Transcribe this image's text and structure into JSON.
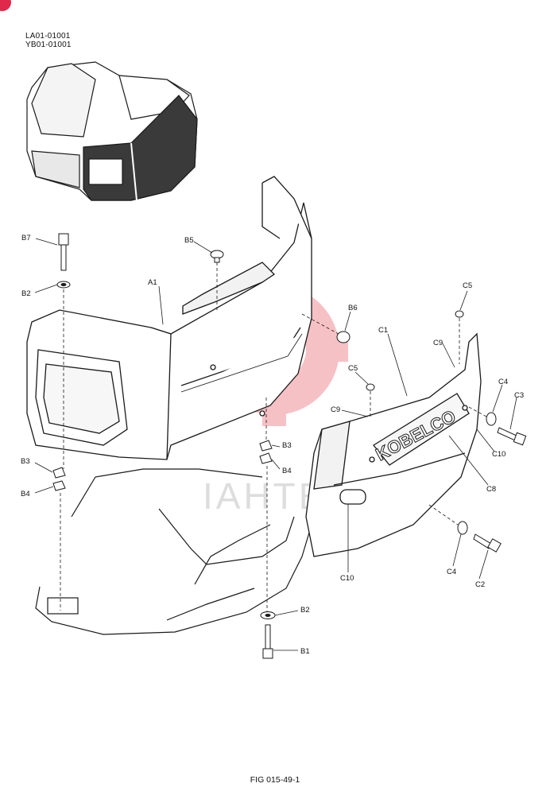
{
  "header": {
    "serial_1": "LA01-01001",
    "serial_2": "YB01-01001"
  },
  "brand_text": "KOBELCO",
  "watermark_text": "IAHTEX",
  "figure_caption": "FIG 015-49-1",
  "callouts": {
    "B1": "B1",
    "B2": "B2",
    "B3": "B3",
    "B4": "B4",
    "B5": "B5",
    "B6": "B6",
    "B7": "B7",
    "A1": "A1",
    "C1": "C1",
    "C2": "C2",
    "C3": "C3",
    "C4": "C4",
    "C5": "C5",
    "C8": "C8",
    "C9": "C9",
    "C10": "C10"
  },
  "colors": {
    "ink": "#1a1a1a",
    "watermark": "#e8505b",
    "corner": "#e0284a"
  }
}
